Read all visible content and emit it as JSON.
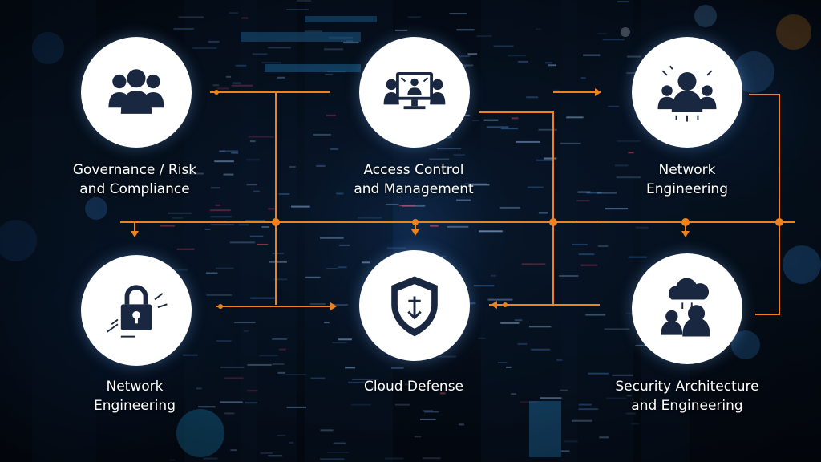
{
  "nodes": [
    {
      "id": "governance",
      "icon": "people-group-icon",
      "lines": [
        "Governance / Risk",
        "and Compliance"
      ]
    },
    {
      "id": "access",
      "icon": "monitor-user-icon",
      "lines": [
        "Access Control",
        "and Management"
      ]
    },
    {
      "id": "network-top",
      "icon": "team-network-icon",
      "lines": [
        "Network",
        "Engineering"
      ]
    },
    {
      "id": "network-bottom",
      "icon": "padlock-icon",
      "lines": [
        "Network",
        "Engineering"
      ]
    },
    {
      "id": "cloud",
      "icon": "shield-icon",
      "lines": [
        "Cloud Defense"
      ]
    },
    {
      "id": "security",
      "icon": "cloud-team-icon",
      "lines": [
        "Security Architecture",
        "and Engineering"
      ]
    }
  ],
  "colors": {
    "wire": "#f0821e",
    "icon": "#1a2740",
    "node": "#ffffff",
    "label": "#ffffff"
  }
}
